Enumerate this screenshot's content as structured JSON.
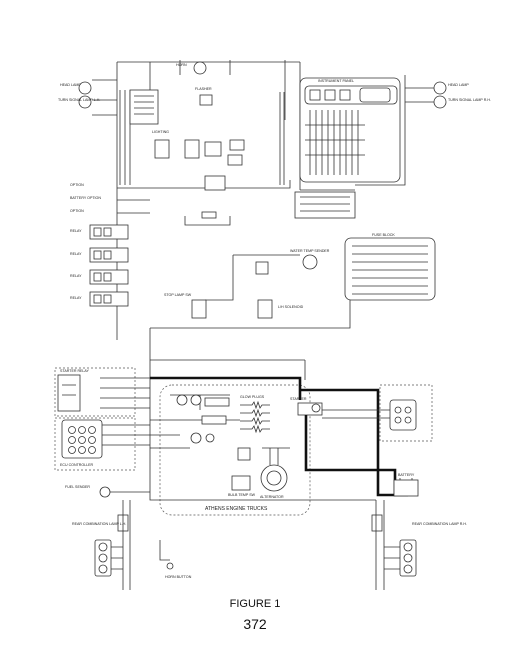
{
  "caption": {
    "figure": "FIGURE 1",
    "page_number": "372"
  },
  "diagram": {
    "title": "ATHENS ENGINE TRUCKS",
    "labels": {
      "instrument_panel": "INSTRUMENT PANEL",
      "starter_relay": "STARTER RELAY",
      "ecu_controller": "ECU CONTROLLER",
      "fuel_sender": "FUEL SENDER",
      "horn_button": "HORN BUTTON",
      "stop_lamp_sw": "STOP LAMP SW",
      "lh_solenoid": "L/H SOLENOID",
      "battery": "BATTERY",
      "alternator": "ALTERNATOR",
      "starter": "STARTER",
      "glow_plugs": "GLOW PLUGS",
      "head_lamp_rh": "HEAD LAMP",
      "head_lamp_lh": "HEAD LAMP",
      "turn_signal_lamp_lh": "TURN SIGNAL LAMP L.H.",
      "turn_signal_lamp_rh": "TURN SIGNAL LAMP R.H.",
      "rear_comb_lamp_lh": "REAR COMBINATION LAMP L.H.",
      "rear_comb_lamp_rh": "REAR COMBINATION LAMP R.H.",
      "horn": "HORN",
      "flasher": "FLASHER",
      "lighting": "LIGHTING",
      "option": "OPTION",
      "battery_option": "BATTERY OPTION",
      "relay": "RELAY",
      "fuse_block": "FUSE BLOCK",
      "water_temp_sender": "WATER TEMP SENDER",
      "bulb_temp_sw": "BULB TEMP SW"
    }
  }
}
